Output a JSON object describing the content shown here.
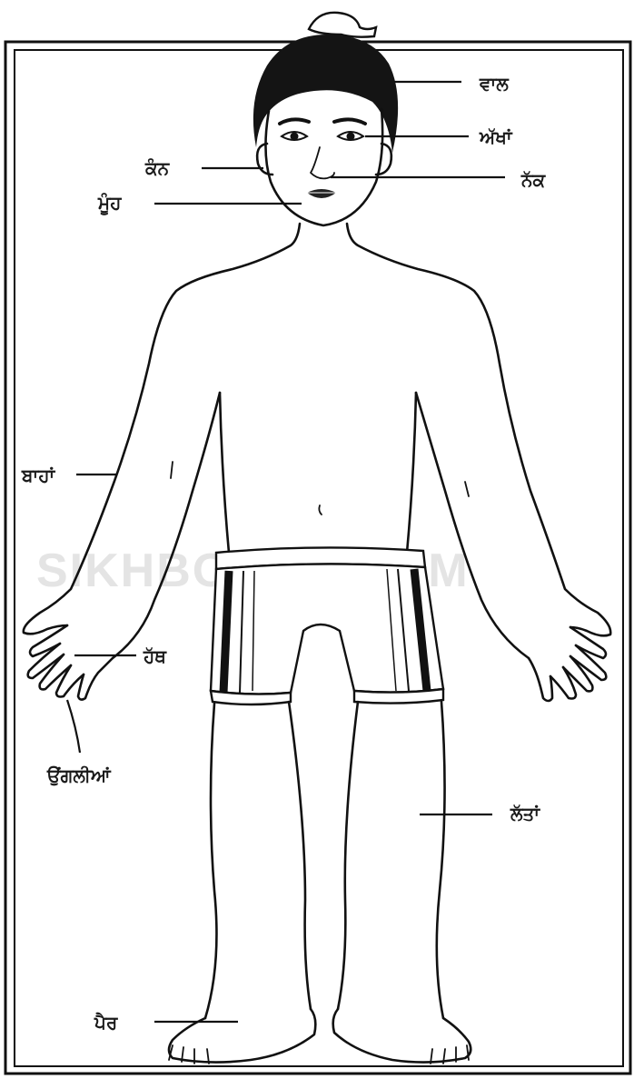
{
  "watermark": "SIKHBOOKS.COM",
  "labels": {
    "hair": "ਵਾਲ",
    "eyes": "ਅੱਖਾਂ",
    "ear": "ਕੰਨ",
    "nose": "ਨੱਕ",
    "mouth": "ਮੂੰਹ",
    "arms": "ਬਾਹਾਂ",
    "hand": "ਹੱਥ",
    "fingers": "ਉਂਗਲੀਆਂ",
    "legs": "ਲੱਤਾਂ",
    "feet": "ਪੈਰ"
  }
}
